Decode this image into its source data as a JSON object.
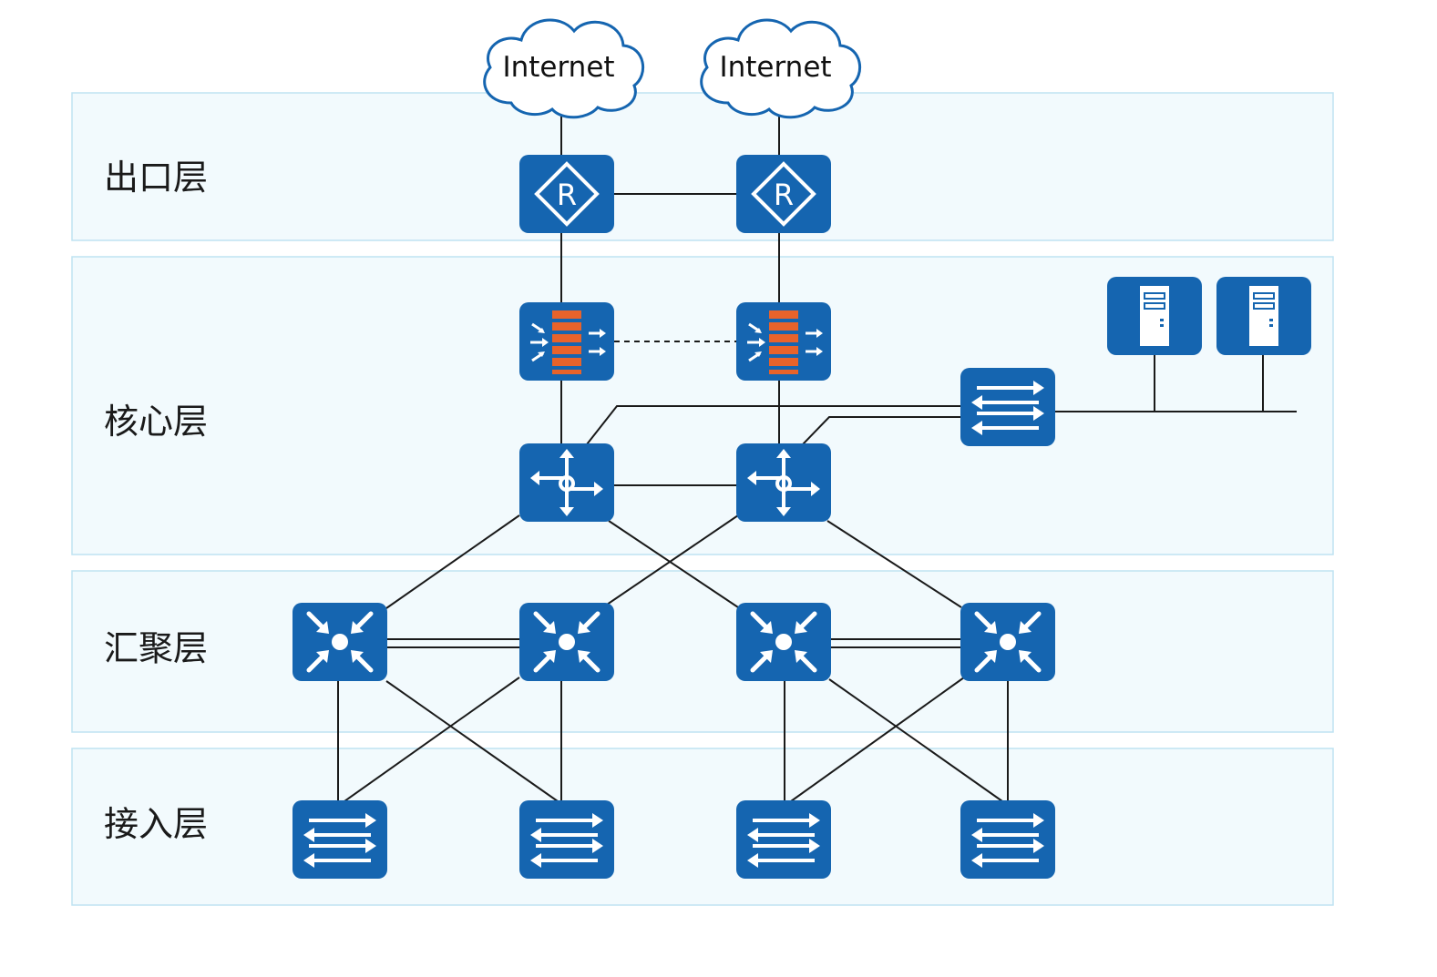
{
  "layers": [
    {
      "id": "egress",
      "label": "出口层"
    },
    {
      "id": "core",
      "label": "核心层"
    },
    {
      "id": "aggregation",
      "label": "汇聚层"
    },
    {
      "id": "access",
      "label": "接入层"
    }
  ],
  "clouds": [
    {
      "id": "internet-1",
      "label": "Internet"
    },
    {
      "id": "internet-2",
      "label": "Internet"
    }
  ],
  "devices": [
    {
      "id": "router-1",
      "type": "router-icon"
    },
    {
      "id": "router-2",
      "type": "router-icon"
    },
    {
      "id": "firewall-1",
      "type": "firewall-icon"
    },
    {
      "id": "firewall-2",
      "type": "firewall-icon"
    },
    {
      "id": "core-switch-1",
      "type": "core-switch-icon"
    },
    {
      "id": "core-switch-2",
      "type": "core-switch-icon"
    },
    {
      "id": "server-switch",
      "type": "switch-icon"
    },
    {
      "id": "server-1",
      "type": "server-icon"
    },
    {
      "id": "server-2",
      "type": "server-icon"
    },
    {
      "id": "agg-switch-1",
      "type": "aggregation-switch-icon"
    },
    {
      "id": "agg-switch-2",
      "type": "aggregation-switch-icon"
    },
    {
      "id": "agg-switch-3",
      "type": "aggregation-switch-icon"
    },
    {
      "id": "agg-switch-4",
      "type": "aggregation-switch-icon"
    },
    {
      "id": "access-switch-1",
      "type": "switch-icon"
    },
    {
      "id": "access-switch-2",
      "type": "switch-icon"
    },
    {
      "id": "access-switch-3",
      "type": "switch-icon"
    },
    {
      "id": "access-switch-4",
      "type": "switch-icon"
    }
  ],
  "colors": {
    "device_blue": "#1565b0",
    "firewall_orange": "#e8632b",
    "band_fill": "#f2fafd",
    "band_border": "#bfe3f2"
  }
}
